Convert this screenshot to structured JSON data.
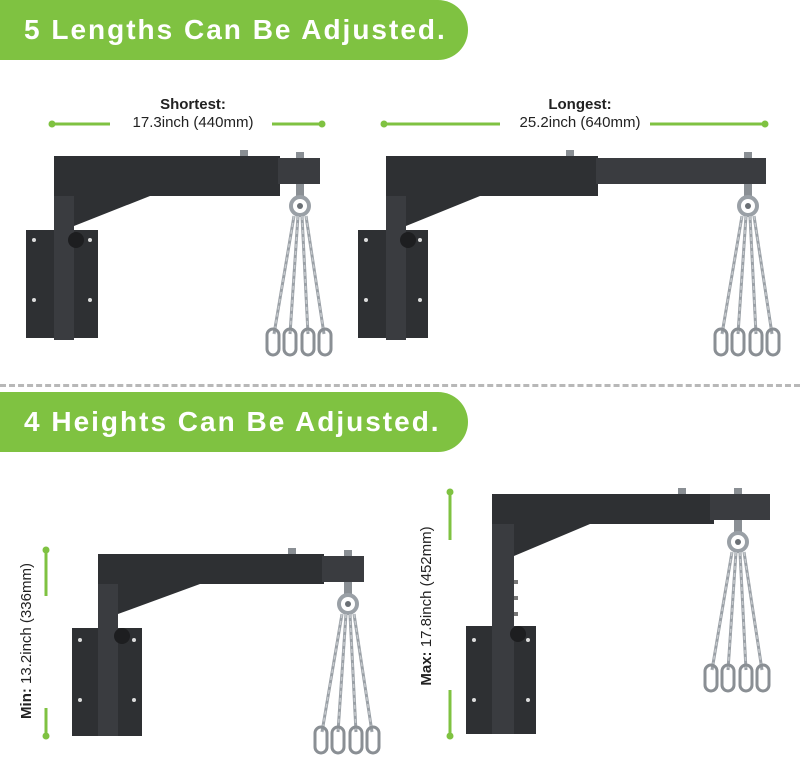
{
  "colors": {
    "accent": "#7fc241",
    "metal": "#2e3033",
    "metal_light": "#45484c",
    "chain": "#9aa0a6"
  },
  "section_lengths": {
    "title": "5 Lengths Can Be Adjusted.",
    "shortest": {
      "label": "Shortest:",
      "value": "17.3inch (440mm)"
    },
    "longest": {
      "label": "Longest:",
      "value": "25.2inch (640mm)"
    }
  },
  "section_heights": {
    "title": "4 Heights Can Be Adjusted.",
    "min": {
      "label": "Min:",
      "value": "13.2inch (336mm)"
    },
    "max": {
      "label": "Max:",
      "value": "17.8inch (452mm)"
    }
  }
}
